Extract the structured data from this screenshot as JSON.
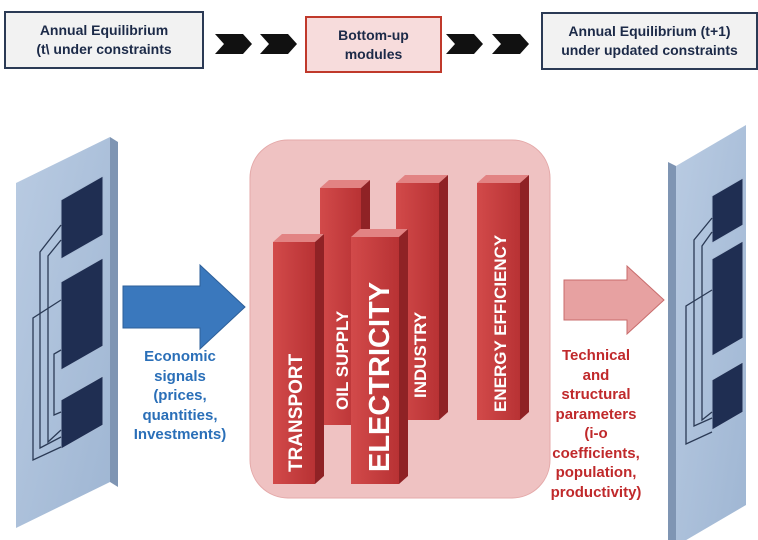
{
  "header": {
    "left_box": "Annual Equilibrium\n(t\\  under constraints",
    "middle_box": "Bottom-up\nmodules",
    "right_box": "Annual Equilibrium (t+1)\nunder updated constraints"
  },
  "modules": {
    "transport": "TRANSPORT",
    "oil_supply": "OIL SUPPLY",
    "electricity": "ELECTRICITY",
    "industry": "INDUSTRY",
    "energy_efficiency": "ENERGY EFFICIENCY"
  },
  "economic_signals": "Economic\nsignals\n(prices,\nquantities,\nInvestments)",
  "technical_parameters": "Technical\nand\nstructural\nparameters\n(i-o\ncoefficients,\npopulation,\nproductivity)",
  "colors": {
    "navy": "#2b3a55",
    "red_module": "#c0393b",
    "blue_arrow": "#3a78bd",
    "pink_arrow": "#e7a1a1",
    "blue_text": "#2a6fb8",
    "red_text": "#c0292b"
  }
}
